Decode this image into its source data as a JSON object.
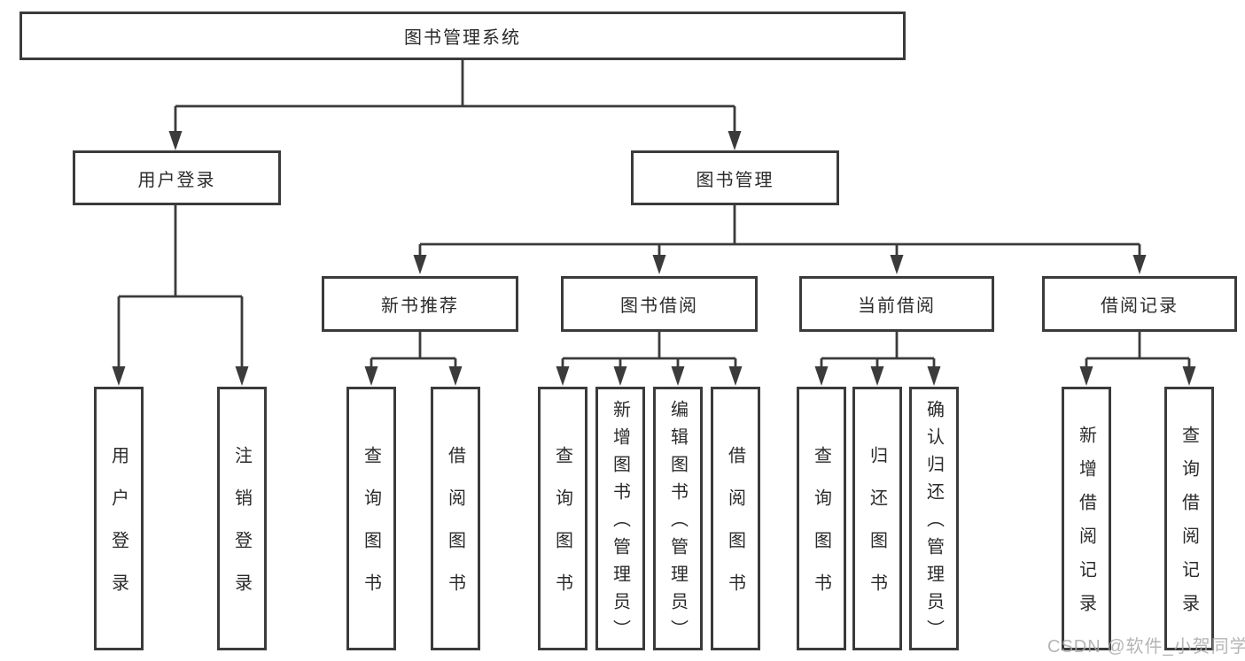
{
  "root": {
    "label": "图书管理系统"
  },
  "level2": [
    {
      "label": "用户登录"
    },
    {
      "label": "图书管理"
    }
  ],
  "level3": [
    {
      "label": "新书推荐"
    },
    {
      "label": "图书借阅"
    },
    {
      "label": "当前借阅"
    },
    {
      "label": "借阅记录"
    }
  ],
  "leaves": [
    "用户登录",
    "注销登录",
    "查询图书",
    "借阅图书",
    "查询图书",
    "新增图书（管理员）",
    "编辑图书（管理员）",
    "借阅图书",
    "查询图书",
    "归还图书",
    "确认归还（管理员）",
    "新增借阅记录",
    "查询借阅记录"
  ],
  "watermark": {
    "text": "CSDN @软件_小贺同学"
  },
  "colors": {
    "line": "#3b3b3b",
    "text": "#2b2b2b",
    "background": "#ffffff",
    "watermark": "#a8a8a8"
  }
}
